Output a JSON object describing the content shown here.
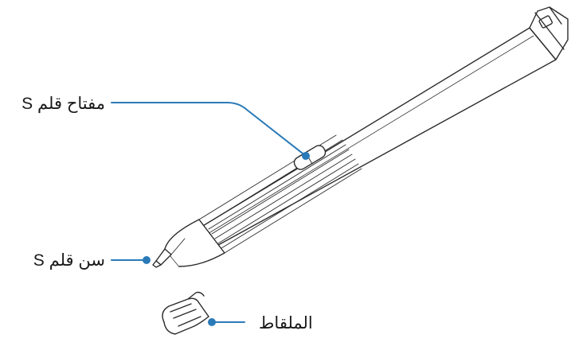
{
  "callouts": {
    "button": "مفتاح قلم S",
    "tip": "سن قلم S",
    "tweezers": "الملقاط"
  },
  "colors": {
    "leader": "#2a7ab8",
    "outline": "#2b2b2b"
  }
}
